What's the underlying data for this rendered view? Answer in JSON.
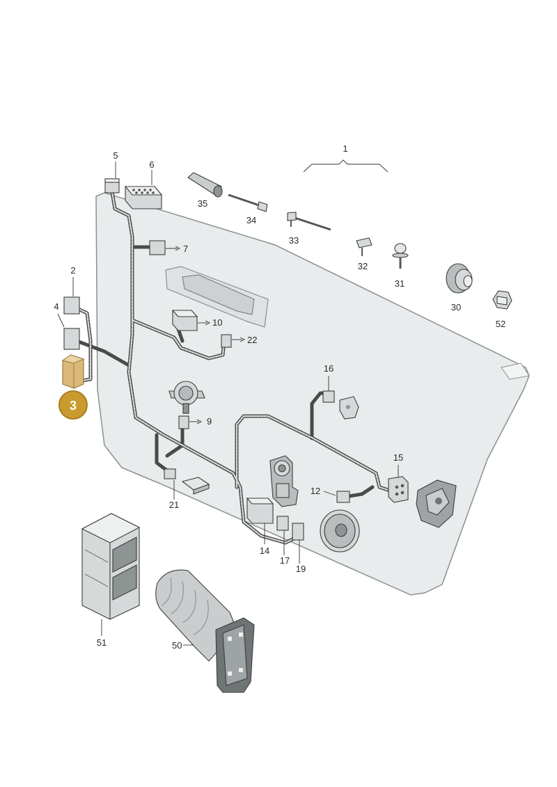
{
  "labels": {
    "l1": "1",
    "l2": "2",
    "l3": "3",
    "l4": "4",
    "l5": "5",
    "l6": "6",
    "l7": "7",
    "l9": "9",
    "l10": "10",
    "l12": "12",
    "l14": "14",
    "l15": "15",
    "l16": "16",
    "l17": "17",
    "l19": "19",
    "l21": "21",
    "l22": "22",
    "l30": "30",
    "l31": "31",
    "l32": "32",
    "l33": "33",
    "l34": "34",
    "l35": "35",
    "l50": "50",
    "l51": "51",
    "l52": "52"
  },
  "highlight": {
    "part": "3",
    "color": "#c99a2e",
    "part_color": "#d9b87a"
  },
  "colors": {
    "panel_fill": "#e9ecec",
    "panel_stroke": "#8a8f90",
    "part_fill": "#d6d9da",
    "part_dark": "#9ea3a5",
    "harness": "#4a4a4a"
  }
}
